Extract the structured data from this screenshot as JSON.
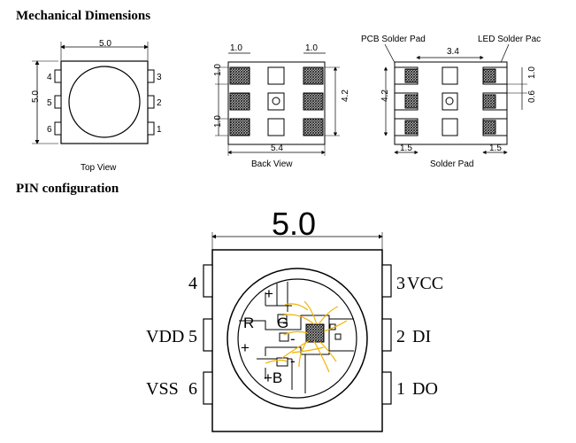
{
  "headings": {
    "mechanical": "Mechanical  Dimensions",
    "pin": "PIN  configuration"
  },
  "top_view": {
    "label": "Top View",
    "width_dim": "5.0",
    "height_dim": "5.0",
    "pins_left": [
      "4",
      "5",
      "6"
    ],
    "pins_right": [
      "3",
      "2",
      "1"
    ]
  },
  "back_view": {
    "label": "Back View",
    "pad_dim_left": "1.0",
    "pad_dim_right": "1.0",
    "pitch_dims": [
      "1.0",
      "1.0"
    ],
    "height_dim": "4.2",
    "width_dim": "5.4"
  },
  "solder_pad": {
    "label": "Solder Pad",
    "pcb_label": "PCB Solder Pad",
    "led_label": "LED Solder Pac",
    "top_dim": "3.4",
    "height_dim": "4.2",
    "right_dims": [
      "1.0",
      "0.6"
    ],
    "bottom_left_dim": "1.5",
    "bottom_right_dim": "1.5"
  },
  "pin_config": {
    "width_dim": "5.0",
    "left_pins": [
      {
        "num": "4",
        "name": ""
      },
      {
        "num": "5",
        "name": "VDD"
      },
      {
        "num": "6",
        "name": "VSS"
      }
    ],
    "right_pins": [
      {
        "num": "3",
        "name": "VCC"
      },
      {
        "num": "2",
        "name": "DI"
      },
      {
        "num": "1",
        "name": "DO"
      }
    ],
    "chip_labels": {
      "r": "R",
      "g": "G",
      "b": "+B",
      "plus_top": "+",
      "plus_left": "+",
      "minus_mid": "-",
      "minus_low": "-"
    }
  },
  "colors": {
    "pad_hatch": "#333333",
    "wire": "#f0b400"
  }
}
